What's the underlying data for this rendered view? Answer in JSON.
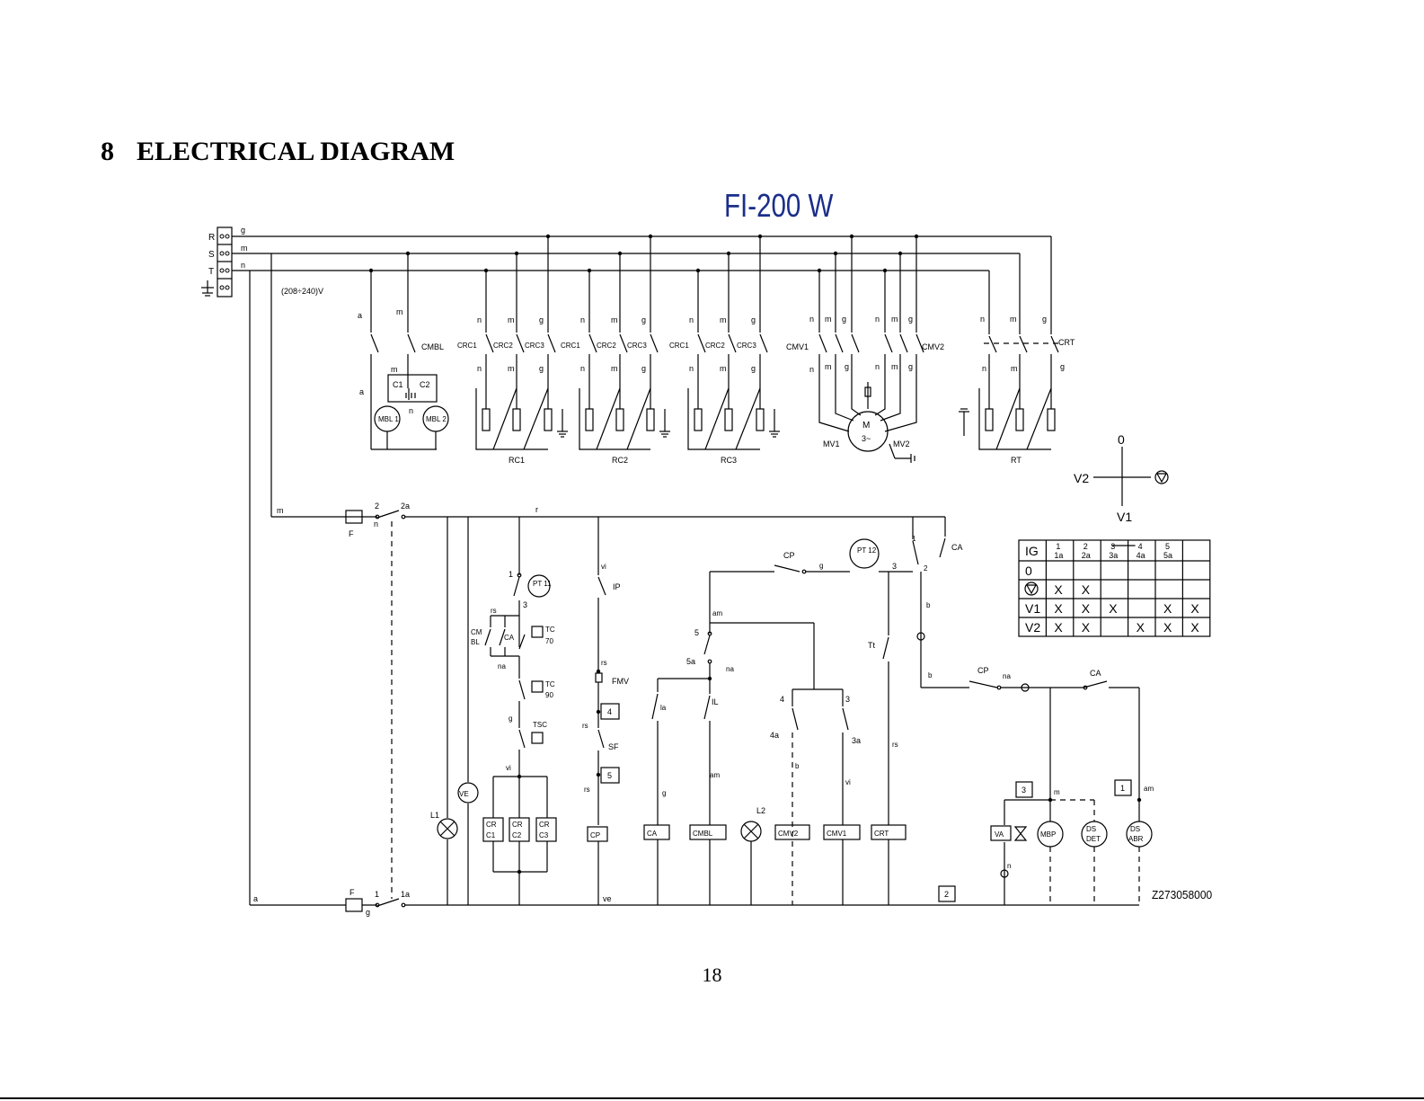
{
  "header": {
    "section_number": "8",
    "section_title": "ELECTRICAL DIAGRAM",
    "model_title": "FI-200 W"
  },
  "page_number": "18",
  "drawing_code": "Z273058000",
  "power_supply": {
    "phases": [
      "R",
      "S",
      "T"
    ],
    "wire_codes": [
      "g",
      "m",
      "n"
    ],
    "voltage": "(208÷240)V"
  },
  "components": {
    "drum_motor": {
      "contactor": "CMBL",
      "motors": [
        "MBL 1",
        "MBL 2"
      ],
      "capacitors": [
        "C1",
        "C2"
      ]
    },
    "heaters": {
      "groups": [
        "RC1",
        "RC2",
        "RC3"
      ],
      "contactors": [
        "CRC1",
        "CRC2",
        "CRC3"
      ]
    },
    "fan_motor": {
      "contactors": [
        "CMV1",
        "CMV2"
      ],
      "motor": "M 3~",
      "terminals": [
        "MV1",
        "MV2"
      ]
    },
    "tank_heater": {
      "group": "RT",
      "contactor": "CRT"
    },
    "programmer": {
      "label": "PT 11"
    },
    "timer2": {
      "label": "PT 12"
    },
    "thermostats": [
      "TC 70",
      "TC 90",
      "TSC"
    ],
    "switches": [
      "CM BL",
      "CA",
      "IP",
      "FMV",
      "SF",
      "IL",
      "Tt",
      "CP"
    ],
    "lamps": [
      "L1",
      "L2"
    ],
    "fan": "VE",
    "fuse": "F",
    "coils": [
      "CR C1",
      "CR C2",
      "CR C3",
      "CP",
      "CA",
      "CMBL",
      "CMV2",
      "CMV1",
      "CRT"
    ],
    "outputs": [
      "VA",
      "MBP",
      "DS DET",
      "DS ABR"
    ],
    "boxed_numbers": [
      "1",
      "2",
      "3",
      "4",
      "5"
    ]
  },
  "selector_dial": {
    "positions": [
      "0",
      "V2",
      "V1"
    ],
    "stop_icon": "stop-symbol-icon"
  },
  "switch_table": {
    "headers": [
      "IG",
      "1 1a",
      "2 2a",
      "3 3a",
      "4 4a",
      "5 5a",
      ""
    ],
    "rows": [
      {
        "label": "0",
        "cells": [
          "",
          "",
          "",
          "",
          "",
          ""
        ]
      },
      {
        "label": "stop",
        "cells": [
          "X",
          "X",
          "",
          "",
          "",
          ""
        ]
      },
      {
        "label": "V1",
        "cells": [
          "X",
          "X",
          "X",
          "",
          "X",
          "X"
        ]
      },
      {
        "label": "V2",
        "cells": [
          "X",
          "X",
          "",
          "X",
          "X",
          "X"
        ]
      }
    ]
  }
}
